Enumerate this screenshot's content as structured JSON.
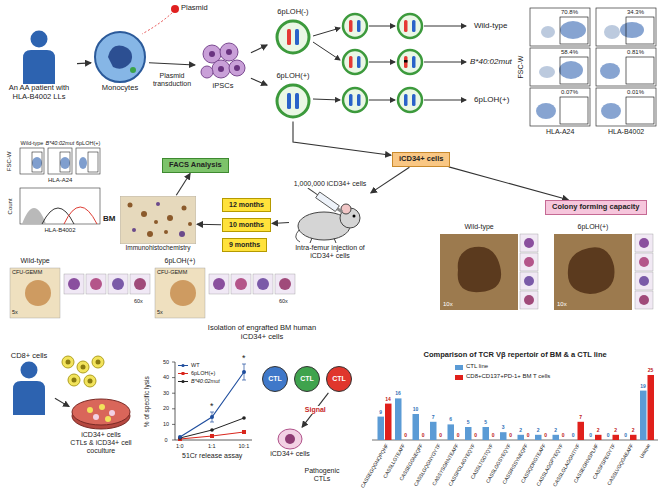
{
  "diagram": {
    "nodes": [
      {
        "text": [
          "An AA patient with HLA-B4002 LLs"
        ]
      },
      {
        "text": [
          "Monocytes"
        ]
      },
      {
        "text": [
          "iPSCs"
        ]
      },
      {
        "text": [
          "6pLOH(-)"
        ]
      },
      {
        "text": [
          "6pLOH(+)"
        ]
      },
      {
        "text": [
          "iCD34+ cells"
        ]
      },
      {
        "text": [
          "FACS Analysis"
        ]
      },
      {
        "text": [
          "12 months"
        ]
      },
      {
        "text": [
          "10 months"
        ]
      },
      {
        "text": [
          "9 months"
        ]
      },
      {
        "text": [
          "1,000,000 iCD34+ cells",
          "Intra-femur injection of iCD34+ cells"
        ]
      },
      {
        "text": [
          "Colony forming capacity"
        ]
      },
      {
        "text": [
          "Immunohistochemistry"
        ]
      },
      {
        "text": [
          "CD8+ cells"
        ]
      },
      {
        "text": [
          "iCD34+ cells",
          "CTLs & iCD34+ cell coculture"
        ]
      },
      {
        "text": [
          "CTL"
        ]
      },
      {
        "text": [
          "CTL"
        ]
      },
      {
        "text": [
          "CTL"
        ]
      },
      {
        "text": [
          "iCD34+ cells"
        ]
      }
    ],
    "edges": [
      {
        "from": 0,
        "to": 1,
        "arrow": "to"
      },
      {
        "from": 1,
        "to": 2,
        "arrow": "to"
      },
      {
        "from": 2,
        "to": 3,
        "arrow": "to"
      },
      {
        "from": 2,
        "to": 4,
        "arrow": "to"
      },
      {
        "from": 4,
        "to": 5,
        "arrow": "to"
      },
      {
        "from": 5,
        "to": 10,
        "arrow": "to"
      },
      {
        "from": 5,
        "to": 11,
        "arrow": "to"
      },
      {
        "from": 10,
        "to": 8,
        "arrow": "to"
      },
      {
        "from": 8,
        "to": 12,
        "arrow": "to"
      },
      {
        "from": 12,
        "to": 6,
        "arrow": "to"
      },
      {
        "from": 13,
        "to": 14,
        "arrow": "to"
      },
      {
        "from": 17,
        "to": 18,
        "label": "Signal",
        "arrow": "to"
      }
    ],
    "labels": [
      "Plasmid",
      "Plasmid transduction",
      "Wild-type",
      "B*40:02mut",
      "6pLOH(+)",
      "70.8%",
      "34.3%",
      "58.4%",
      "0.81%",
      "0.07%",
      "0.01%",
      "FSC-W",
      "HLA-A24",
      "HLA-B4002",
      "Wild-type",
      "B*40:02mut",
      "6pLOH(+)",
      "FSC-W",
      "HLA-A24",
      "Count",
      "HLA-B4002",
      "BM",
      "Wild-type",
      "6pLOH(+)",
      "10x",
      "10x",
      "Wild-type",
      "CFU-GEMM",
      "5x",
      "60x",
      "6pLOH(+)",
      "CFU-GEMM",
      "5x",
      "60x",
      "Isolation of engrafted BM human iCD34+ cells",
      "% of specific lysis",
      "0",
      "10",
      "20",
      "30",
      "40",
      "50",
      "1:0",
      "1:1",
      "10:1",
      "*",
      "*",
      "51Cr release assay",
      "Pathogenic CTLs",
      "Comparison of TCR Vβ repertoir of BM & a CTL line",
      "9",
      "14",
      "16",
      "0",
      "10",
      "0",
      "7",
      "0",
      "6",
      "0",
      "5",
      "0",
      "5",
      "0",
      "3",
      "0",
      "2",
      "0",
      "2",
      "0",
      "2",
      "0",
      "0",
      "7",
      "0",
      "2",
      "0",
      "2",
      "0",
      "2",
      "19",
      "25",
      "CASSEGQGNQPQHF",
      "CASSLLGTEAFF",
      "CASSEGGNEQFF",
      "CASSLGQGNYGYTF",
      "CASSYSGRNTEAFF",
      "CASSPGLAGYEQYF",
      "CASSLTGDTQYF",
      "CASSLGGSYEQYF",
      "CASSIRSSYNEQFF",
      "CASSQDRGTEAFF",
      "CASSLAGGPYEQYF",
      "CASSLGLAGGNTIYF",
      "CASSEGRNSPLHF",
      "CASSFSPEGYTF",
      "CASSLVGQGAEAFF",
      "Unique"
    ],
    "legend": [
      {
        "text": "WT"
      },
      {
        "text": "6pLOH(+)"
      },
      {
        "text": "B*40:02mut"
      },
      {
        "text": "CTL line",
        "color": "#5b9bd5"
      },
      {
        "text": "CD8+CD137+PD-1+ BM T cells",
        "color": "#e0201b"
      }
    ]
  }
}
